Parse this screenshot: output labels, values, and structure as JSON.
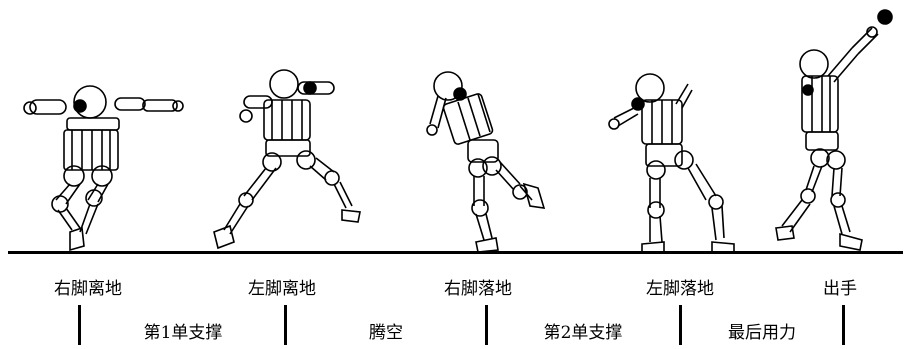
{
  "events": [
    "右脚离地",
    "左脚离地",
    "右脚落地",
    "左脚落地",
    "出手"
  ],
  "phases": [
    "第1单支撑",
    "腾空",
    "第2单支撑",
    "最后用力"
  ],
  "figures": [
    "thrower-figure-1",
    "thrower-figure-2",
    "thrower-figure-3",
    "thrower-figure-4",
    "thrower-figure-5"
  ],
  "colors": {
    "line": "#000000",
    "background": "#ffffff"
  }
}
